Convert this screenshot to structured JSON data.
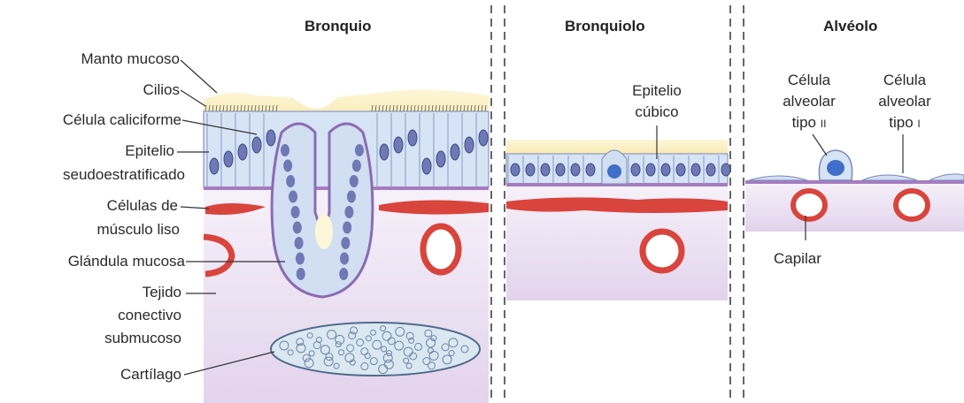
{
  "headers": {
    "bronquio": "Bronquio",
    "bronquiolo": "Bronquiolo",
    "alveolo": "Alvéolo"
  },
  "labels": {
    "manto_mucoso": "Manto mucoso",
    "cilios": "Cilios",
    "celula_caliciforme": "Célula caliciforme",
    "epitelio_seudo_1": "Epitelio",
    "epitelio_seudo_2": "seudoestratificado",
    "musculo_1": "Células de",
    "musculo_2": "músculo liso",
    "glandula": "Glándula mucosa",
    "tejido_1": "Tejido",
    "tejido_2": "conectivo",
    "tejido_3": "submucoso",
    "cartilago": "Cartílago",
    "epitelio_cubico_1": "Epitelio",
    "epitelio_cubico_2": "cúbico",
    "tipo2_1": "Célula",
    "tipo2_2": "alveolar",
    "tipo2_3": "tipo",
    "tipo2_num": "II",
    "tipo1_1": "Célula",
    "tipo1_2": "alveolar",
    "tipo1_3": "tipo",
    "tipo1_num": "I",
    "capilar": "Capilar"
  },
  "colors": {
    "mucus": "#faefbf",
    "epithelium": "#d7e4f5",
    "nucleus": "#6f79b6",
    "basement": "#a67cc0",
    "muscle": "#d9443d",
    "connective_top": "#f4eef8",
    "connective_bottom": "#e5d6ec",
    "cartilage": "#dbe8f2",
    "capillary": "#e3706a"
  }
}
